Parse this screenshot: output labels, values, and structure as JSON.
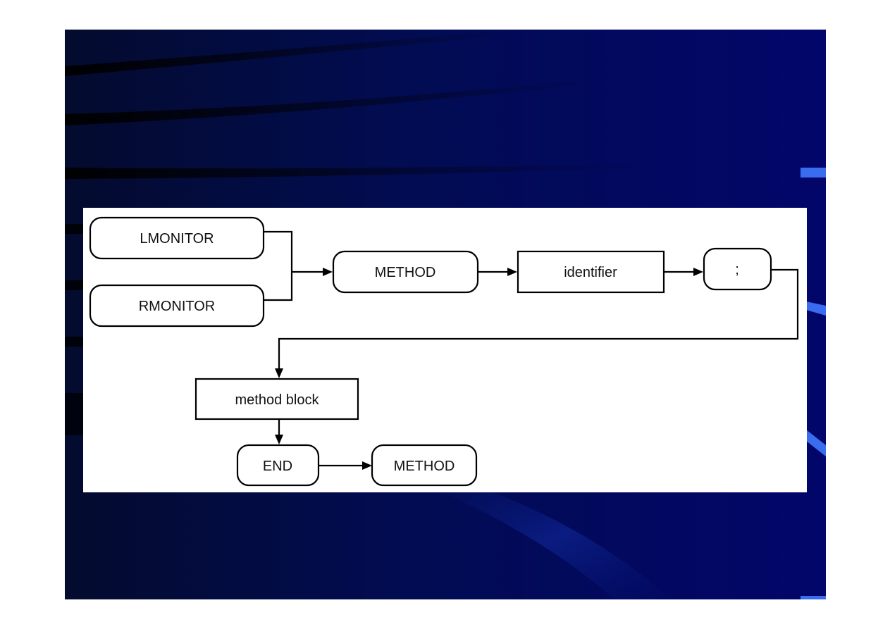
{
  "slide": {
    "background_colors": [
      "#030b2e",
      "#020c52",
      "#02066a"
    ],
    "accent_color": "#3a6cf0"
  },
  "diagram": {
    "nodes": {
      "lmonitor": "LMONITOR",
      "rmonitor": "RMONITOR",
      "method_keyword": "METHOD",
      "identifier": "identifier",
      "semicolon": ";",
      "method_block": "method block",
      "end_keyword": "END",
      "end_method_keyword": "METHOD"
    }
  }
}
